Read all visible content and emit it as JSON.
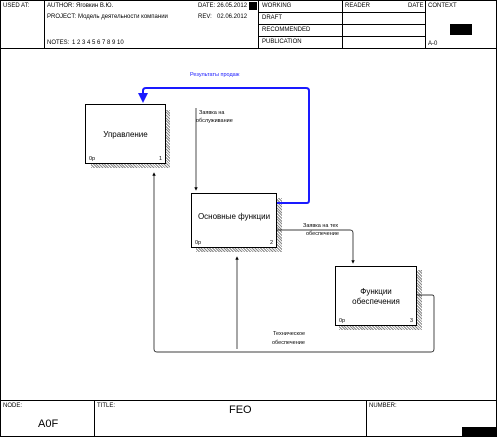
{
  "header": {
    "used_at_label": "USED AT:",
    "author_label": "AUTHOR:",
    "author_value": "Яговкин В.Ю.",
    "project_label": "PROJECT:",
    "project_value": "Модель деятельности компании",
    "date_label": "DATE:",
    "date_value": "26.05.2012",
    "rev_label": "REV:",
    "rev_value": "02.06.2012",
    "notes_label": "NOTES:",
    "notes_value": "1 2 3 4 5 6 7 8 9 10",
    "status_items": [
      "WORKING",
      "DRAFT",
      "RECOMMENDED",
      "PUBLICATION"
    ],
    "reader_label": "READER",
    "date2_label": "DATE",
    "context_label": "CONTEXT",
    "context_node": "A-0"
  },
  "diagram": {
    "boxes": [
      {
        "title": "Управление",
        "cost": "0р",
        "number": "1"
      },
      {
        "title": "Основные функции",
        "cost": "0р",
        "number": "2"
      },
      {
        "title": "Функции обеспечения",
        "cost": "0р",
        "number": "3"
      }
    ],
    "arrows": {
      "results": "Результаты продаж",
      "service_request_1": "Заявка на",
      "service_request_2": "обслуживание",
      "tech_request_1": "Заявка на тех",
      "tech_request_2": "обеспечение",
      "tech_support_1": "Техническое",
      "tech_support_2": "обеспечение"
    },
    "colors": {
      "results_arrow": "#1a1aff",
      "line": "#000000"
    }
  },
  "footer": {
    "node_label": "NODE:",
    "node_value": "A0F",
    "title_label": "TITLE:",
    "title_value": "FEO",
    "number_label": "NUMBER:"
  }
}
